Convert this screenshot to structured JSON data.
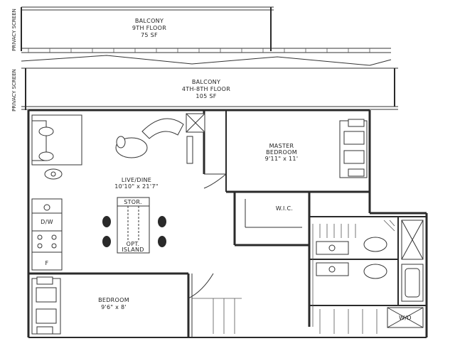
{
  "colors": {
    "ink": "#2a2a2a",
    "paper": "#ffffff"
  },
  "rooms": {
    "balcony_top": {
      "name": "BALCONY",
      "floor": "9TH FLOOR",
      "area": "75 SF"
    },
    "balcony_lower": {
      "name": "BALCONY",
      "floor": "4TH-8TH FLOOR",
      "area": "105 SF"
    },
    "master_bedroom": {
      "name_line1": "MASTER",
      "name_line2": "BEDROOM",
      "dims": "9'11\" x 11'"
    },
    "live_dine": {
      "name": "LIVE/DINE",
      "dims": "10'10\" x 21'7\""
    },
    "wic": {
      "name": "W.I.C."
    },
    "storage": {
      "name": "STOR."
    },
    "dishwasher": {
      "name": "D/W"
    },
    "fridge": {
      "name": "F"
    },
    "island": {
      "line1": "OPT.",
      "line2": "ISLAND"
    },
    "bedroom": {
      "name": "BEDROOM",
      "dims": "9'6\" x 8'"
    },
    "washer_dryer": {
      "name": "W/D"
    }
  },
  "labels": {
    "privacy_screen_top": "PRIVACY SCREEN",
    "privacy_screen_lower": "PRIVACY SCREEN"
  }
}
